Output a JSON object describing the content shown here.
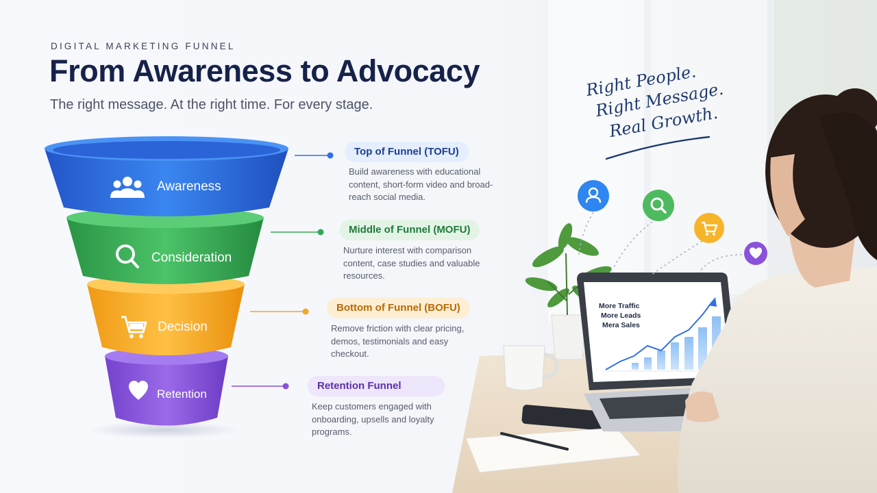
{
  "header": {
    "eyebrow": "DIGITAL MARKETING FUNNEL",
    "title": "From Awareness to Advocacy",
    "subtitle": "The right message. At the right time. For every stage."
  },
  "funnel": {
    "layers": [
      {
        "label": "Awareness",
        "icon": "people-icon",
        "color": "#2f6fe4"
      },
      {
        "label": "Consideration",
        "icon": "search-icon",
        "color": "#34a853"
      },
      {
        "label": "Decision",
        "icon": "cart-icon",
        "color": "#f5a623"
      },
      {
        "label": "Retention",
        "icon": "heart-icon",
        "color": "#8a52db"
      }
    ]
  },
  "stages": [
    {
      "name": "Top of Funnel (TOFU)",
      "description": "Build awareness with educational content, short-form video and broad-reach social media.",
      "color": "#2f6fe4"
    },
    {
      "name": "Middle of Funnel (MOFU)",
      "description": "Nurture interest with comparison content, case studies and valuable resources.",
      "color": "#34a853"
    },
    {
      "name": "Bottom of Funnel (BOFU)",
      "description": "Remove friction with clear pricing, demos, testimonials and easy checkout.",
      "color": "#f5a623"
    },
    {
      "name": "Retention Funnel",
      "description": "Keep customers engaged with onboarding, upsells and loyalty programs.",
      "color": "#8a52db"
    }
  ],
  "tagline": {
    "line1": "Right People.",
    "line2": "Right Message.",
    "line3": "Real Growth."
  },
  "laptop_screen": {
    "line1": "More Traffic",
    "line2": "More Leads",
    "line3": "Mera Sales"
  },
  "floating_icons": [
    "user-icon",
    "search-icon",
    "cart-icon",
    "heart-icon"
  ]
}
